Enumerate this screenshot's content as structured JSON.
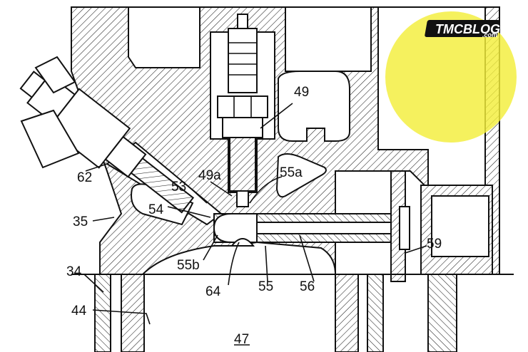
{
  "labels": {
    "l49": "49",
    "l49a": "49a",
    "l55a": "55a",
    "l53": "53",
    "l54": "54",
    "l62": "62",
    "l35": "35",
    "l34": "34",
    "l44": "44",
    "l55b": "55b",
    "l64": "64",
    "l55": "55",
    "l56": "56",
    "l59": "59",
    "l47": "47"
  },
  "logo": {
    "brand": "TMCBLOG",
    "domain": ".com"
  },
  "colors": {
    "highlight": "#f3ee3a",
    "ink": "#111111",
    "logo_red": "#d9262c"
  }
}
